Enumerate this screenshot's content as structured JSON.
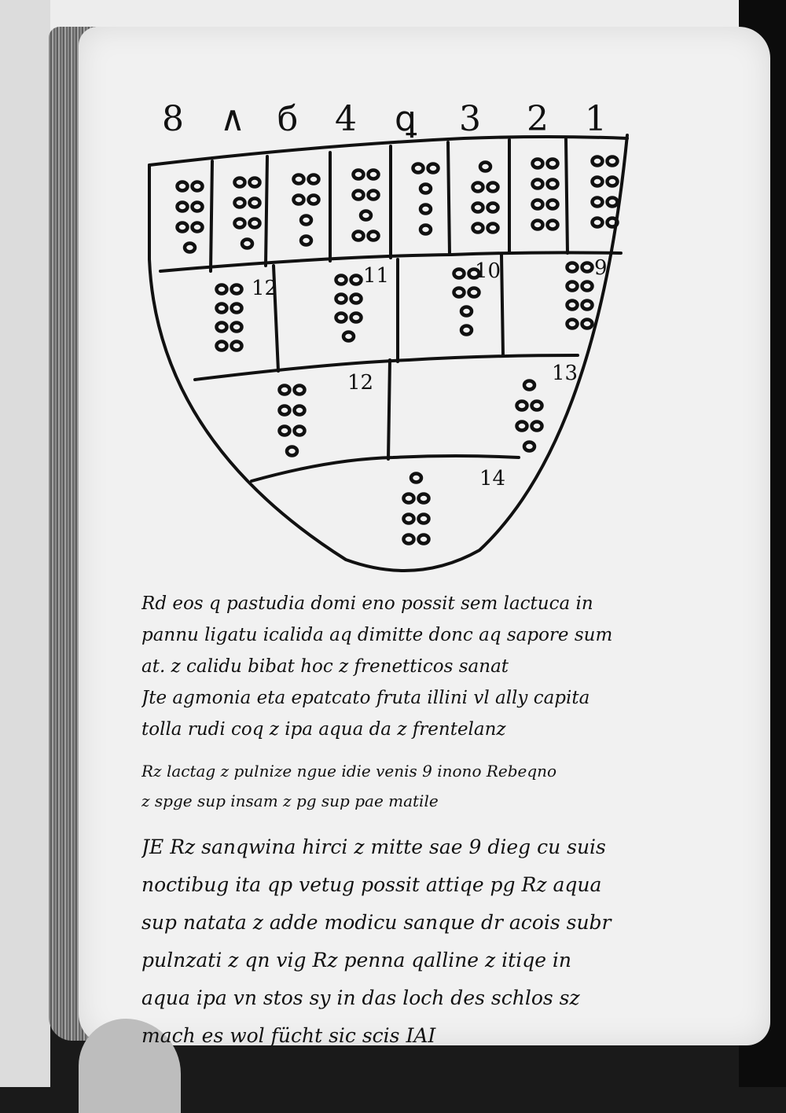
{
  "manuscript": {
    "column_numbers": [
      "8",
      "∧",
      "б",
      "4",
      "ꝗ",
      "3",
      "2",
      "1"
    ],
    "shield_rows": [
      {
        "row": 1,
        "cells": [
          {
            "dots": [
              2,
              2,
              2,
              1
            ]
          },
          {
            "dots": [
              2,
              2,
              2,
              1
            ]
          },
          {
            "dots": [
              2,
              2,
              1,
              1
            ]
          },
          {
            "dots": [
              2,
              2,
              1,
              2
            ]
          },
          {
            "dots": [
              2,
              1,
              1,
              1
            ]
          },
          {
            "dots": [
              1,
              2,
              2,
              2
            ]
          },
          {
            "dots": [
              2,
              2,
              2,
              2
            ]
          },
          {
            "dots": [
              2,
              2,
              2,
              2
            ]
          }
        ]
      },
      {
        "row": 2,
        "cells": [
          {
            "number": "12",
            "dots": [
              2,
              2,
              2,
              2
            ]
          },
          {
            "number": "11",
            "dots": [
              2,
              2,
              2,
              1
            ]
          },
          {
            "number": "10",
            "dots": [
              2,
              2,
              1,
              1
            ]
          },
          {
            "number": "9",
            "dots": [
              2,
              2,
              2,
              2
            ]
          }
        ]
      },
      {
        "row": 3,
        "cells": [
          {
            "number": "12",
            "dots": [
              2,
              2,
              2,
              1
            ]
          },
          {
            "number": "13",
            "dots": [
              1,
              2,
              2,
              1
            ]
          }
        ]
      },
      {
        "row": 4,
        "cells": [
          {
            "number": "14",
            "dots": [
              1,
              2,
              2,
              2
            ]
          }
        ]
      }
    ],
    "text_paragraphs": [
      [
        "Rd eos q pastudia domi eno possit sem lactuca in",
        "pannu ligatu icalida aq dimitte donc aq sapore sum",
        "at. z calidu bibat hoc z frenetticos sanat",
        "Jte agmonia eta epatcato fruta illini vl ally capita",
        "tolla rudi coq z ipa aqua da z frentelanz"
      ],
      [
        "Rz lactag z pulnize ngue idie venis 9 inono Rebeqno",
        "z spge sup insam z pg sup pae matile"
      ],
      [
        "JE Rz sanqwina hirci z mitte sae 9 dieg cu suis",
        "noctibug ita qp vetug possit attiqe pg Rz aqua",
        "sup natata z adde modicu sanque dr acois subr",
        "pulnzati z qn vig Rz penna qalline z itiqe in",
        "aqua ipa vn stos sy in das loch des schlos sz",
        "mach es wol fücht sic scis IAI"
      ]
    ]
  }
}
